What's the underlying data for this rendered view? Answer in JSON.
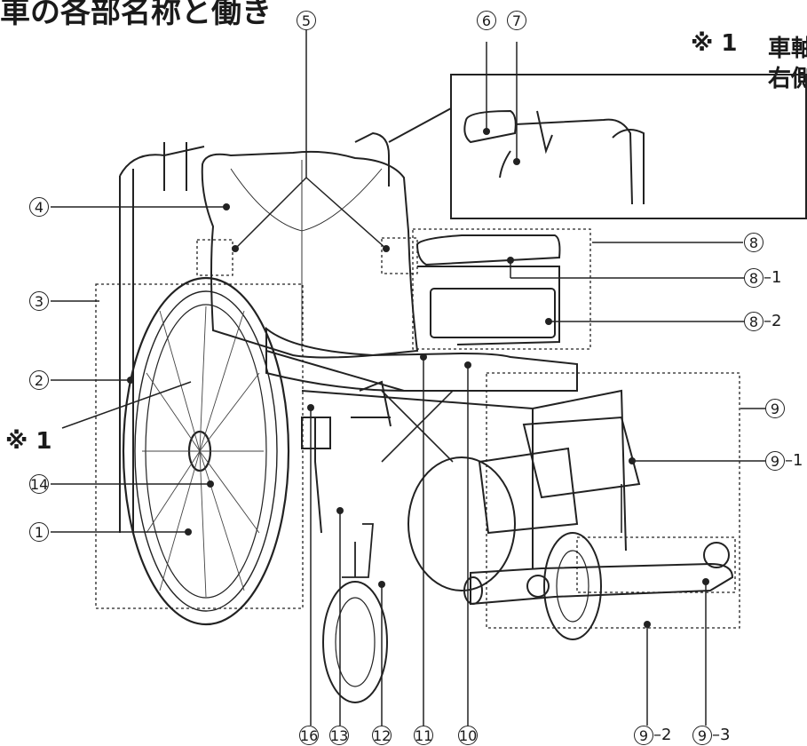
{
  "heading": "車の各部名称と働き",
  "note": {
    "mark": "※ 1",
    "line1": "車軸",
    "line2": "右側"
  },
  "side_note": "※ 1",
  "callouts": {
    "c1": {
      "num": "1",
      "suffix": ""
    },
    "c2": {
      "num": "2",
      "suffix": ""
    },
    "c3": {
      "num": "3",
      "suffix": ""
    },
    "c4": {
      "num": "4",
      "suffix": ""
    },
    "c5": {
      "num": "5",
      "suffix": ""
    },
    "c6": {
      "num": "6",
      "suffix": ""
    },
    "c7": {
      "num": "7",
      "suffix": ""
    },
    "c8": {
      "num": "8",
      "suffix": ""
    },
    "c8_1": {
      "num": "8",
      "suffix": "–1"
    },
    "c8_2": {
      "num": "8",
      "suffix": "–2"
    },
    "c9": {
      "num": "9",
      "suffix": ""
    },
    "c9_1": {
      "num": "9",
      "suffix": "–1"
    },
    "c9_2": {
      "num": "9",
      "suffix": "–2"
    },
    "c9_3": {
      "num": "9",
      "suffix": "–3"
    },
    "c10": {
      "num": "10",
      "suffix": ""
    },
    "c11": {
      "num": "11",
      "suffix": ""
    },
    "c12": {
      "num": "12",
      "suffix": ""
    },
    "c13": {
      "num": "13",
      "suffix": ""
    },
    "c14": {
      "num": "14",
      "suffix": ""
    },
    "c16": {
      "num": "16",
      "suffix": ""
    }
  }
}
